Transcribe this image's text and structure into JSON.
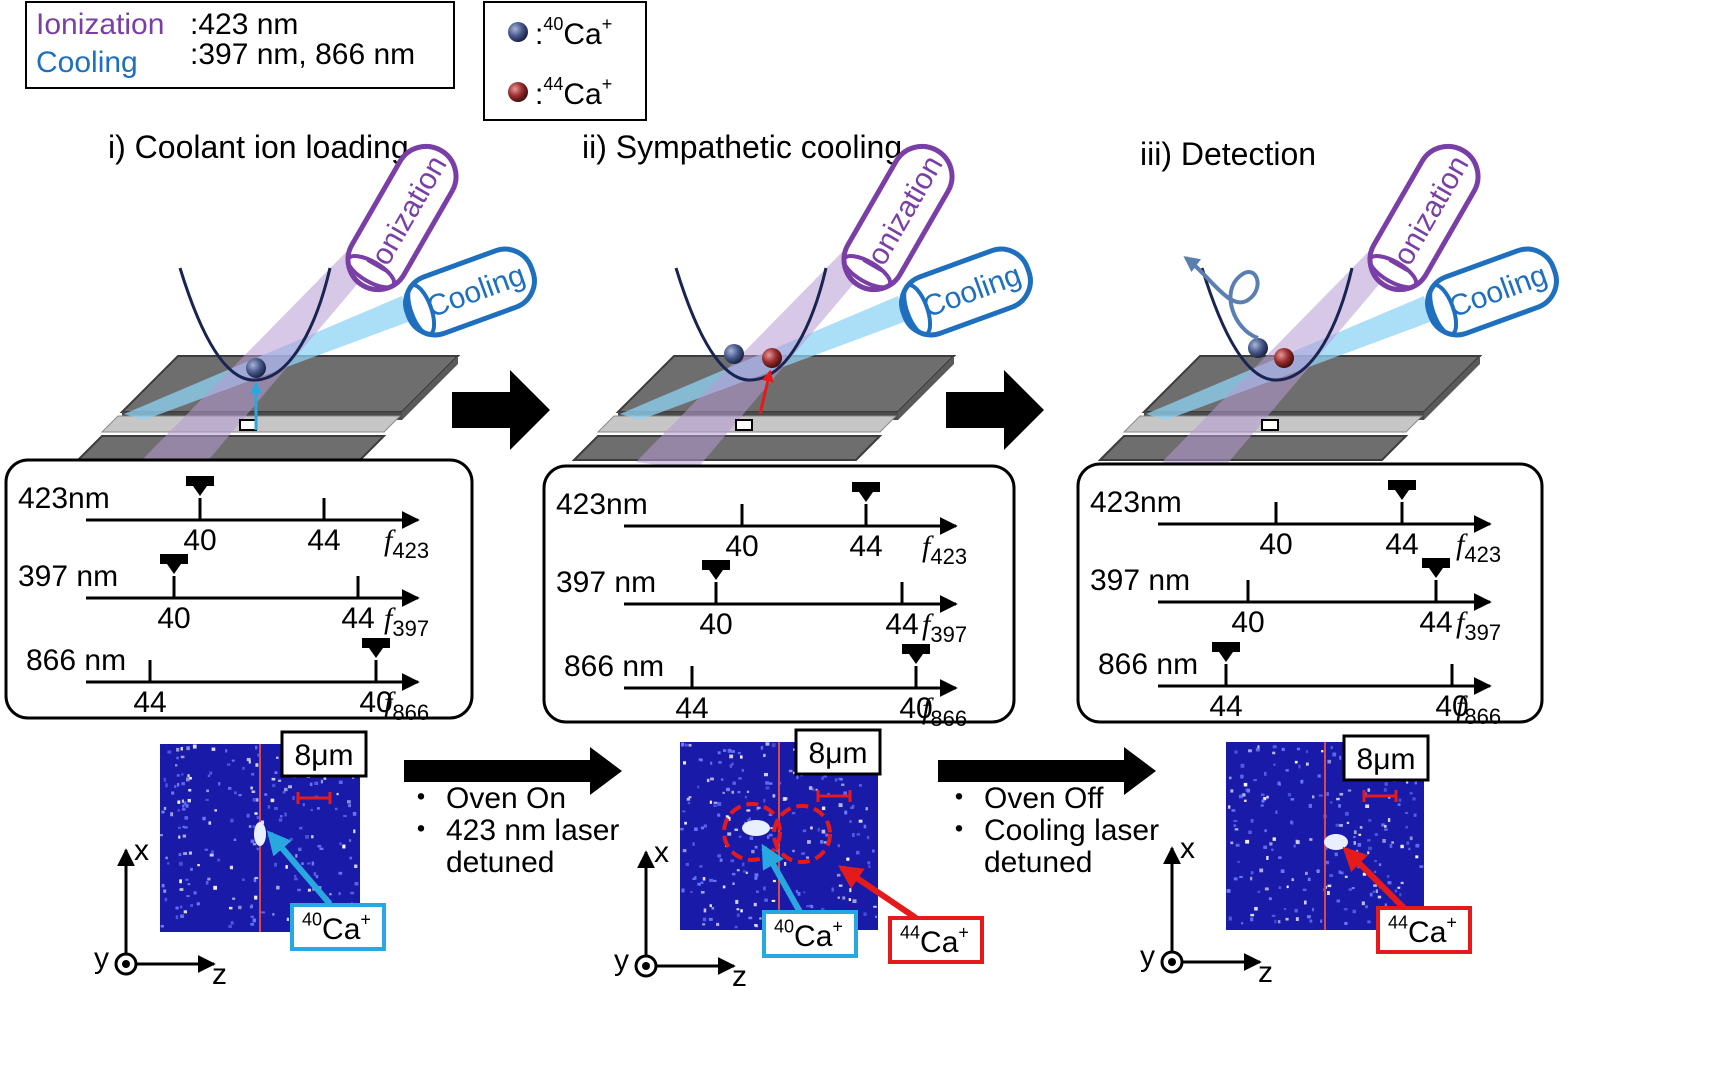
{
  "legend": {
    "ionization_label": "Ionization",
    "ionization_value": ":423 nm",
    "cooling_label": "Cooling",
    "cooling_value": ":397 nm, 866 nm",
    "ion40_label": "40Ca+",
    "ion44_label": "44Ca+"
  },
  "colors": {
    "ionization": "#7a3fa6",
    "cooling": "#1f6fbf",
    "beam_cooling": "#8fd3f4",
    "beam_ionization": "#b89ad6",
    "arrow_40": "#29a8e0",
    "arrow_44": "#e51b1b",
    "image_bg": "#1a1aa8"
  },
  "panels": [
    {
      "title": "i) Coolant ion loading",
      "ionization_tube": "Ionization",
      "cooling_tube": "Cooling",
      "lines": [
        {
          "label": "423nm",
          "marks": [
            "40",
            "44"
          ],
          "axis": "f423"
        },
        {
          "label": "397 nm",
          "marks": [
            "40",
            "44"
          ],
          "axis": "f397"
        },
        {
          "label": "866 nm",
          "marks": [
            "44",
            "40"
          ],
          "axis": "f866"
        }
      ],
      "scale": "8μm",
      "ion_labels": [
        "40Ca+"
      ],
      "axes": {
        "x": "x",
        "y": "y",
        "z": "z"
      }
    },
    {
      "title": "ii) Sympathetic cooling",
      "ionization_tube": "Ionization",
      "cooling_tube": "Cooling",
      "lines": [
        {
          "label": "423nm",
          "marks": [
            "40",
            "44"
          ],
          "axis": "f423"
        },
        {
          "label": "397 nm",
          "marks": [
            "40",
            "44"
          ],
          "axis": "f397"
        },
        {
          "label": "866 nm",
          "marks": [
            "44",
            "40"
          ],
          "axis": "f866"
        }
      ],
      "scale": "8μm",
      "ion_labels": [
        "40Ca+",
        "44Ca+"
      ],
      "axes": {
        "x": "x",
        "y": "y",
        "z": "z"
      }
    },
    {
      "title": "iii) Detection",
      "ionization_tube": "Ionization",
      "cooling_tube": "Cooling",
      "lines": [
        {
          "label": "423nm",
          "marks": [
            "40",
            "44"
          ],
          "axis": "f423"
        },
        {
          "label": "397 nm",
          "marks": [
            "40",
            "44"
          ],
          "axis": "f397"
        },
        {
          "label": "866 nm",
          "marks": [
            "44",
            "40"
          ],
          "axis": "f866"
        }
      ],
      "scale": "8μm",
      "ion_labels": [
        "44Ca+"
      ],
      "axes": {
        "x": "x",
        "y": "y",
        "z": "z"
      }
    }
  ],
  "transitions": [
    {
      "items": [
        "Oven On",
        "423 nm laser",
        "detuned"
      ]
    },
    {
      "items": [
        "Oven Off",
        "Cooling laser",
        "detuned"
      ]
    }
  ]
}
